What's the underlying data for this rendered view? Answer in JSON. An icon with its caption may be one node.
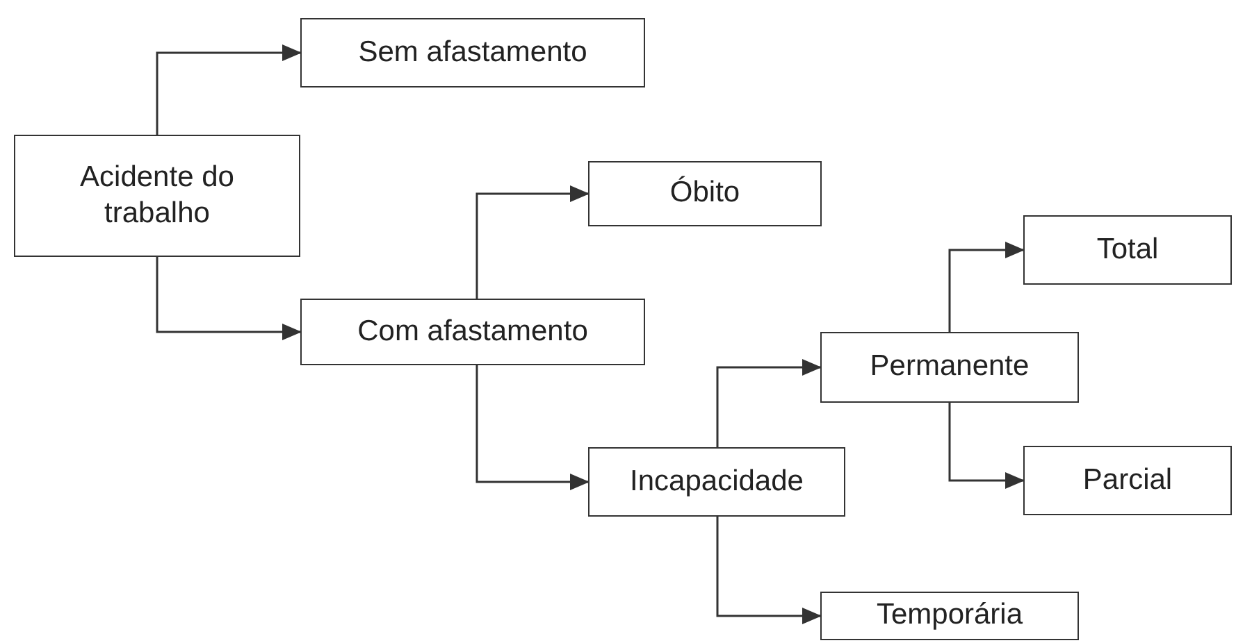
{
  "diagram": {
    "nodes": [
      {
        "text": [
          "Acidente do trabalho"
        ]
      },
      {
        "text": [
          "Sem afastamento"
        ]
      },
      {
        "text": [
          "Com afastamento"
        ]
      },
      {
        "text": [
          "Óbito"
        ]
      },
      {
        "text": [
          "Incapacidade"
        ]
      },
      {
        "text": [
          "Permanente"
        ]
      },
      {
        "text": [
          "Total"
        ]
      },
      {
        "text": [
          "Parcial"
        ]
      },
      {
        "text": [
          "Temporária"
        ]
      }
    ],
    "edges": [
      {
        "from": 0,
        "to": 1,
        "arrow": "to"
      },
      {
        "from": 0,
        "to": 2,
        "arrow": "to"
      },
      {
        "from": 2,
        "to": 3,
        "arrow": "to"
      },
      {
        "from": 2,
        "to": 4,
        "arrow": "to"
      },
      {
        "from": 4,
        "to": 5,
        "arrow": "to"
      },
      {
        "from": 4,
        "to": 8,
        "arrow": "to"
      },
      {
        "from": 5,
        "to": 6,
        "arrow": "to"
      },
      {
        "from": 5,
        "to": 7,
        "arrow": "to"
      }
    ]
  }
}
